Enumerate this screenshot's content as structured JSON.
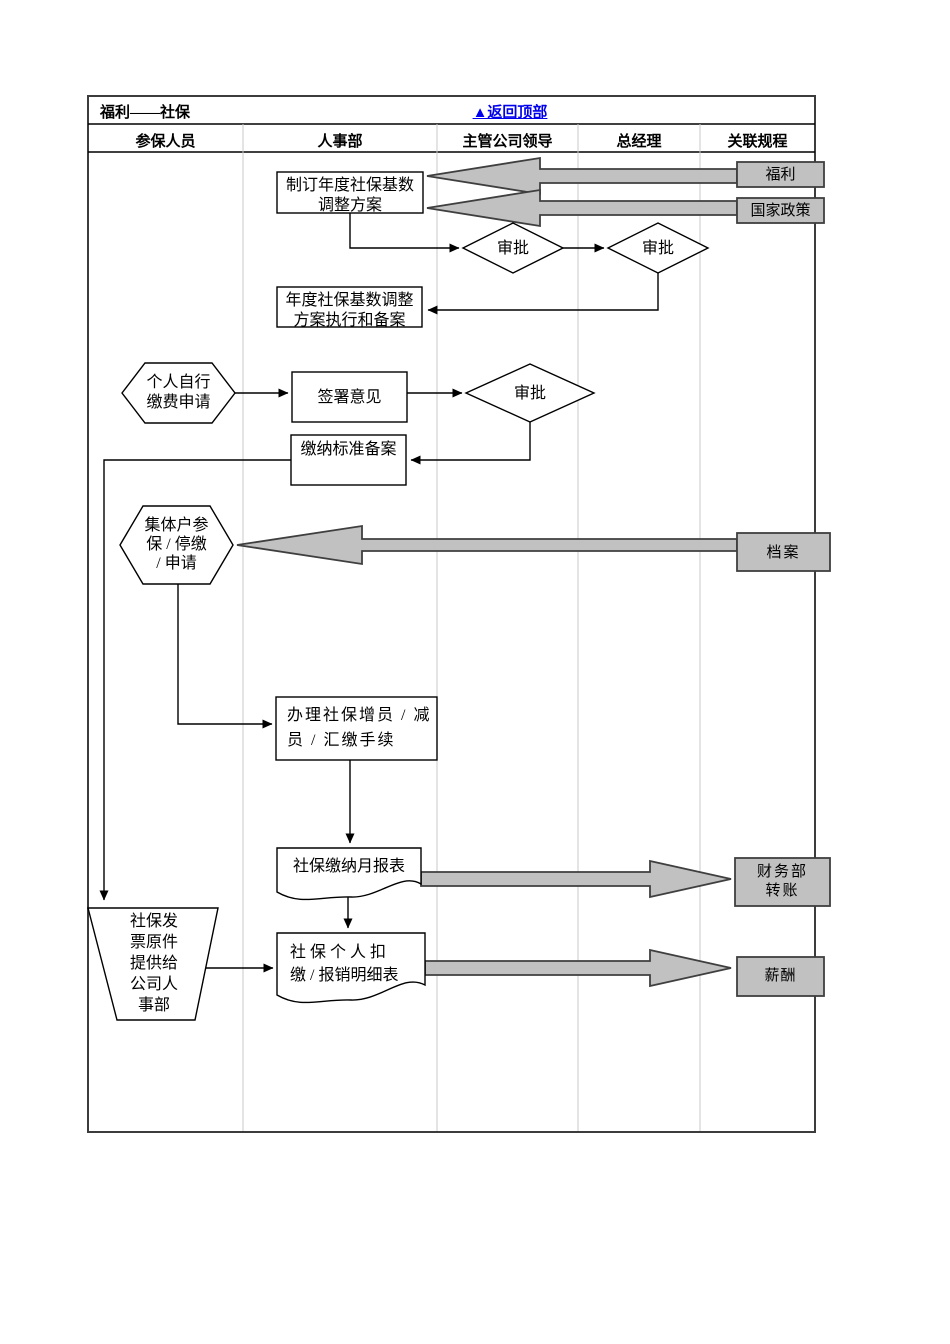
{
  "header": {
    "title": "福利——社保",
    "back_link": "▲返回顶部"
  },
  "lanes": [
    "参保人员",
    "人事部",
    "主管公司领导",
    "总经理",
    "关联规程"
  ],
  "nodes": {
    "draft_plan": "制订年度社保基数\n调整方案",
    "welfare": "福利",
    "national_policy": "国家政策",
    "approve1": "审批",
    "approve2": "审批",
    "exec_record": "年度社保基数调整\n方案执行和备案",
    "personal_apply": "个人自行\n缴费申请",
    "sign_opinion": "签署意见",
    "approve3": "审批",
    "payment_standard_record": "缴纳标准备案",
    "group_apply": "集体户参\n保 / 停缴\n/ 申请",
    "archive": "档案",
    "handle_procedure": "办理社保增员 / 减\n员 / 汇缴手续",
    "monthly_report": "社保缴纳月报表",
    "finance_transfer": "财务部\n转账",
    "invoice_provide": "社保发\n票原件\n提供给\n公司人\n事部",
    "detail_table": "社 保 个 人 扣\n缴 / 报销明细表",
    "salary": "薪酬"
  },
  "colors": {
    "shape_gray": "#c1c1c1",
    "gray_border": "#3f3f3f",
    "link_blue": "#0000ee",
    "lane_divider": "#c9c9c9"
  }
}
